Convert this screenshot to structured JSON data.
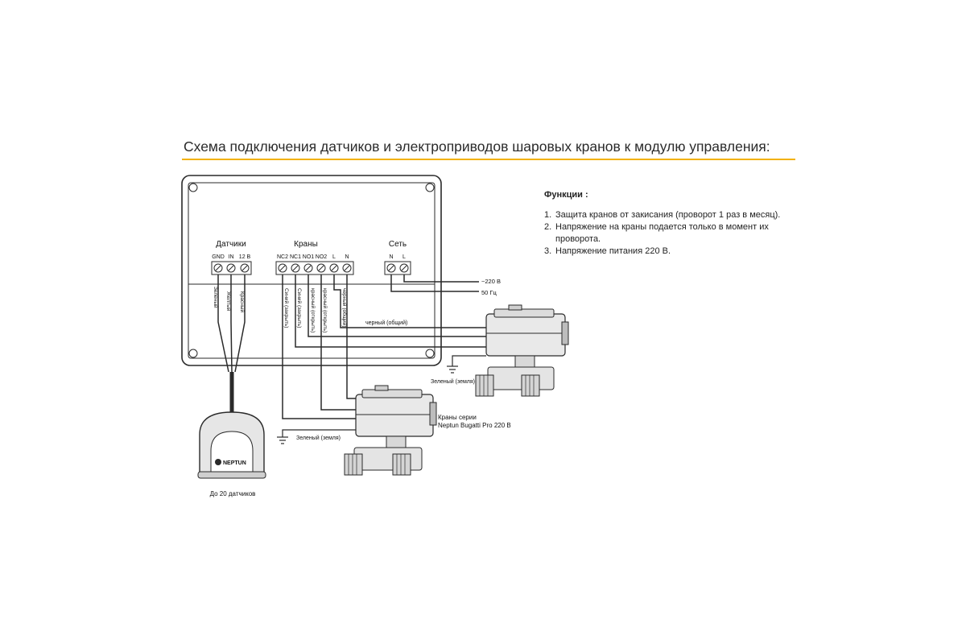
{
  "title": "Схема подключения датчиков и электроприводов шаровых кранов к модулю управления:",
  "functions": {
    "heading": "Функции :",
    "items": [
      {
        "num": "1.",
        "text": "Защита кранов от закисания (проворот 1 раз в месяц)."
      },
      {
        "num": "2.",
        "text": "Напряжение на краны подается только в момент их проворота."
      },
      {
        "num": "3.",
        "text": "Напряжение питания 220 В."
      }
    ]
  },
  "box": {
    "groups": {
      "sensors": "Датчики",
      "valves": "Краны",
      "network": "Сеть"
    },
    "terminals": {
      "sensors": [
        "GND",
        "IN",
        "12 В"
      ],
      "valves": [
        "NC2",
        "NC1",
        "NO1",
        "NO2",
        "L",
        "N"
      ],
      "network": [
        "N",
        "L"
      ]
    },
    "sensor_wires": [
      "Зеленый",
      "Желтый",
      "Красный"
    ],
    "valve_wires": [
      "Синий (закрыть)",
      "Синий (закрыть)",
      "красный (открыть)",
      "красный (открыть)",
      "черный (общий)"
    ]
  },
  "labels": {
    "voltage": "~220 В",
    "frequency": "50 Гц",
    "common_wire": "черный (общий)",
    "ground_right": "Зеленый (земля)",
    "ground_left": "Зеленый (земля)",
    "valves_series_1": "Краны серии",
    "valves_series_2": "Neptun Bugatti Pro 220 В",
    "sensor_logo": "NEPTUN",
    "sensor_caption": "До 20 датчиков"
  },
  "colors": {
    "accent": "#f2b100",
    "line": "#2a2a2a"
  }
}
